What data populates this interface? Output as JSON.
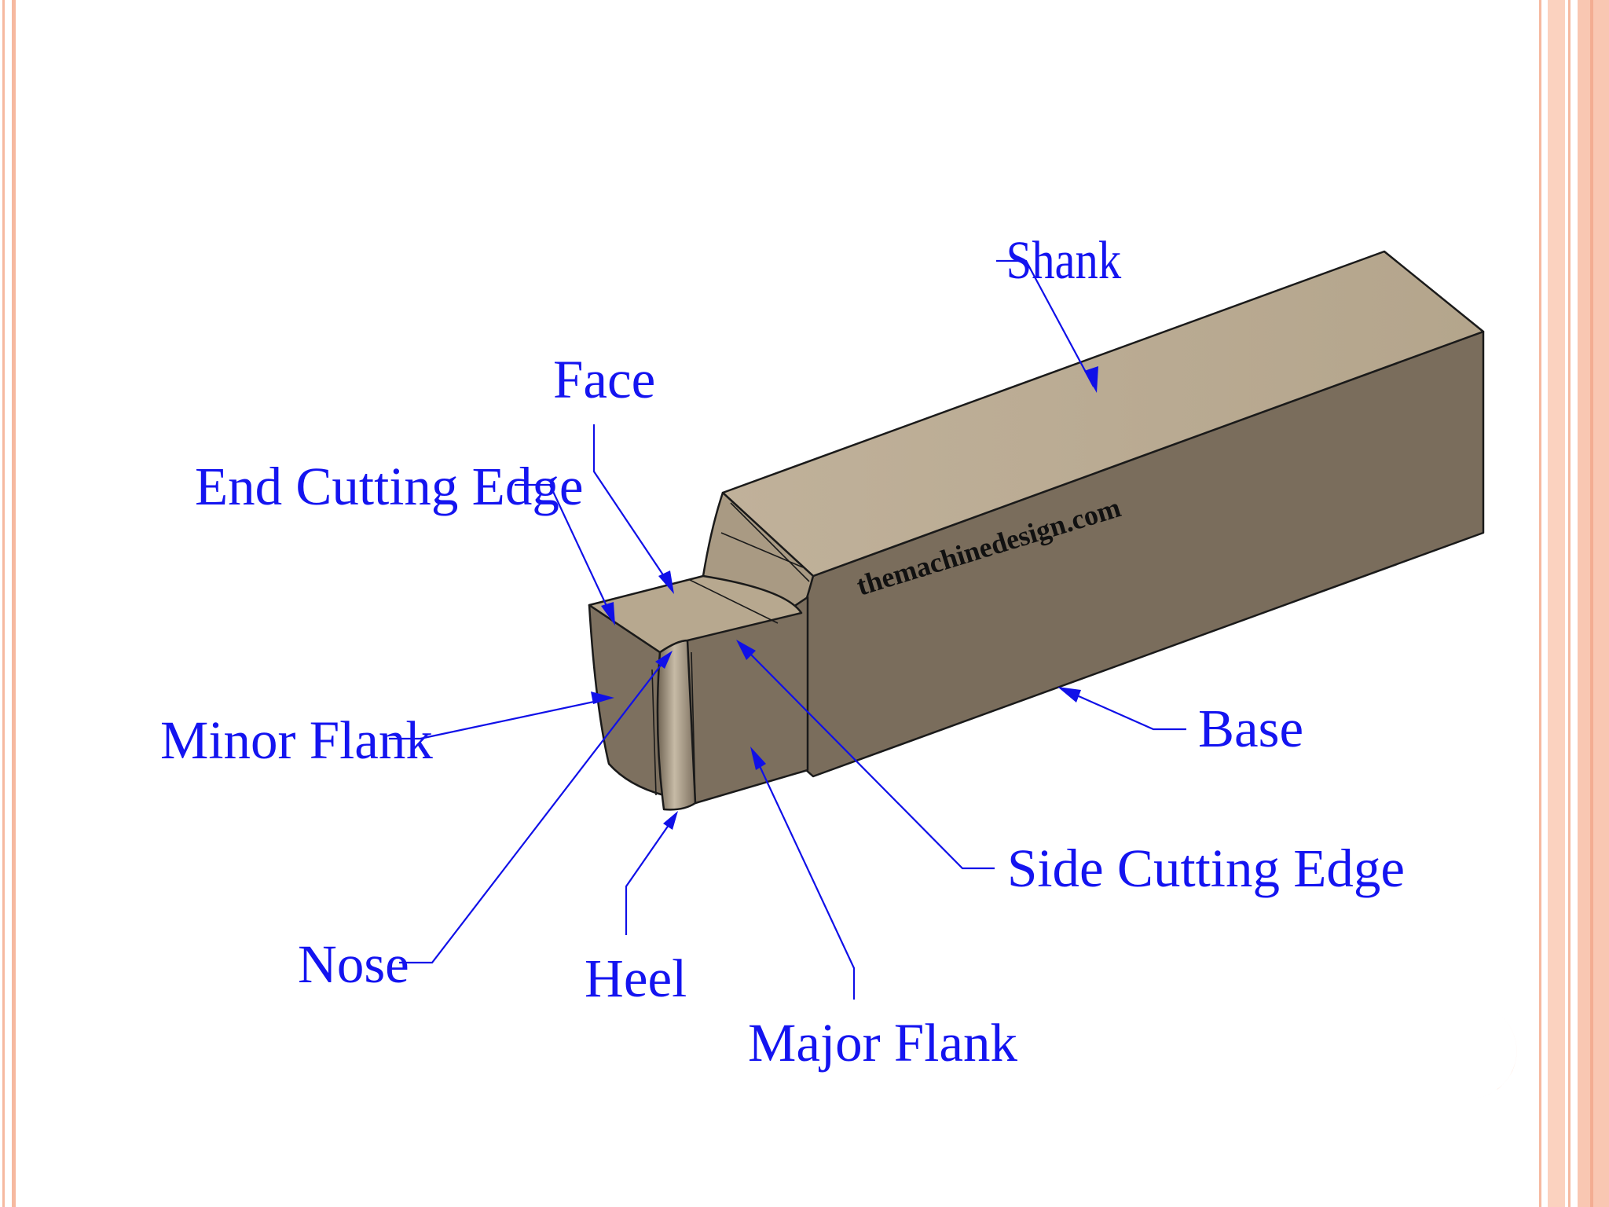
{
  "diagram": {
    "labels": {
      "shank": "Shank",
      "face": "Face",
      "end_cutting_edge": "End Cutting Edge",
      "minor_flank": "Minor Flank",
      "nose": "Nose",
      "heel": "Heel",
      "major_flank": "Major Flank",
      "side_cutting_edge": "Side Cutting Edge",
      "base": "Base"
    },
    "watermark": "themachinedesign.com"
  },
  "colors": {
    "label": "#1414f0",
    "tool_top": "#b9aa92",
    "tool_side": "#7a6d5c",
    "accent": "#f5895a",
    "frame": "#f8c1a8"
  }
}
